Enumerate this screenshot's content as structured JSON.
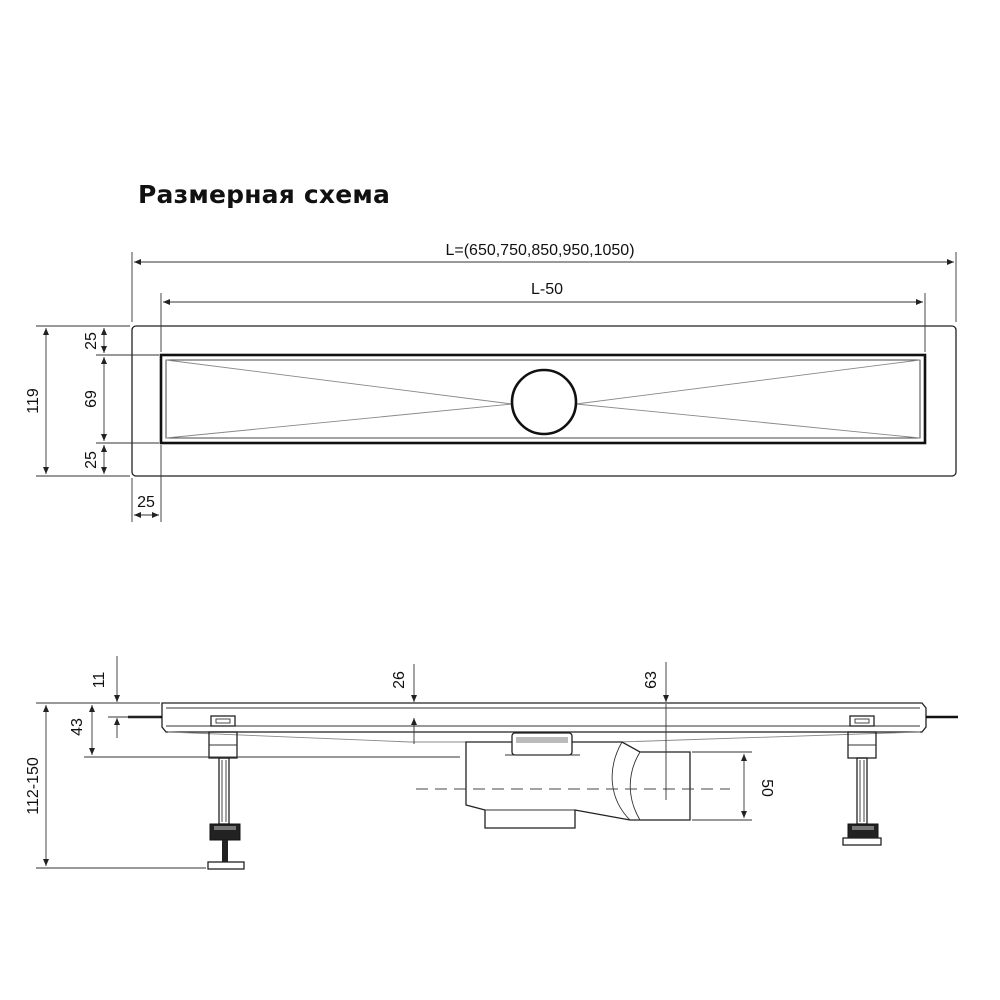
{
  "title": "Размерная схема",
  "top_view": {
    "overall_length": "L=(650,750,850,950,1050)",
    "inner_length": "L-50",
    "total_width": "119",
    "edge_top": "25",
    "slot_width": "69",
    "edge_bottom": "25",
    "edge_left": "25"
  },
  "side_view": {
    "flange_height": "11",
    "body_depth": "43",
    "total_height": "112-150",
    "outlet_offset_a": "26",
    "outlet_offset_b": "63",
    "outlet_diameter": "50"
  }
}
